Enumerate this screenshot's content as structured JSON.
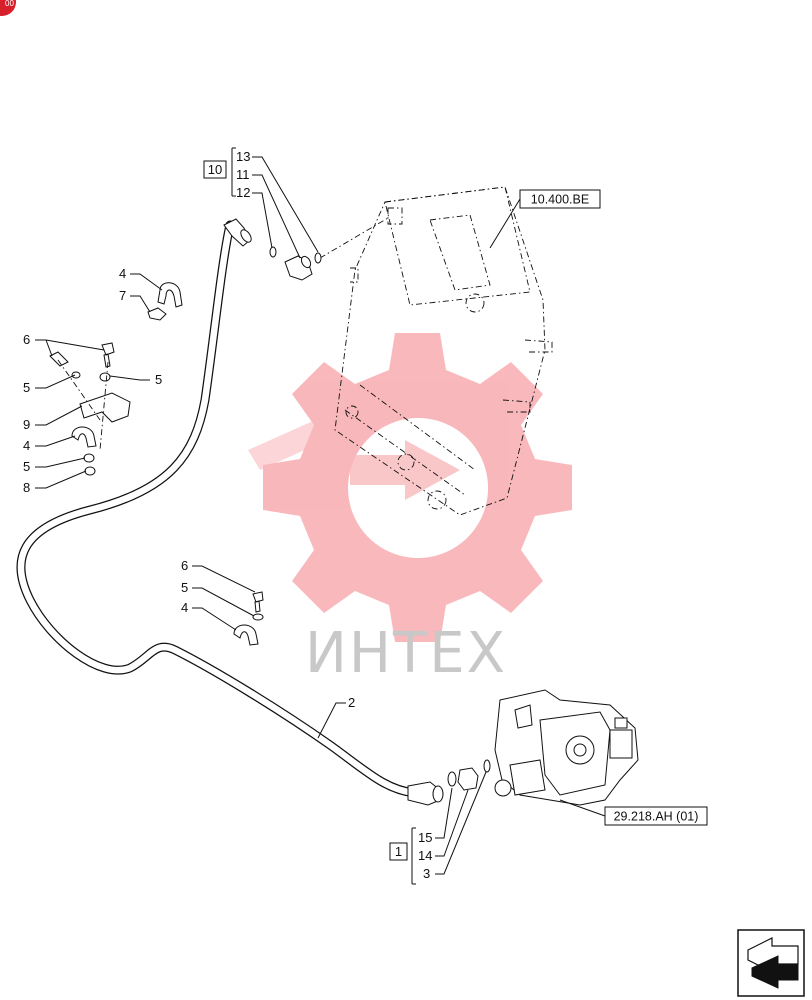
{
  "page_badge": "00",
  "watermark": "ИНТЕХ",
  "refs": {
    "radiator": "10.400.BE",
    "pump": "29.218.AH (01)"
  },
  "kit_boxes": {
    "top": "10",
    "bottom": "1"
  },
  "callouts": {
    "c13": "13",
    "c11": "11",
    "c12": "12",
    "c4a": "4",
    "c7": "7",
    "c6a": "6",
    "c5a": "5",
    "c5b": "5",
    "c9": "9",
    "c4b": "4",
    "c5c": "5",
    "c8": "8",
    "c6b": "6",
    "c5d": "5",
    "c4c": "4",
    "c2": "2",
    "c15": "15",
    "c14": "14",
    "c3": "3"
  },
  "icons": {
    "nav": "next-page-arrow-icon",
    "watermark_logo": "gear-logo-icon"
  },
  "colors": {
    "line": "#111111",
    "watermark_gear": "#f7a0a4",
    "watermark_text": "#c8c8c8",
    "badge": "#d8202a"
  }
}
